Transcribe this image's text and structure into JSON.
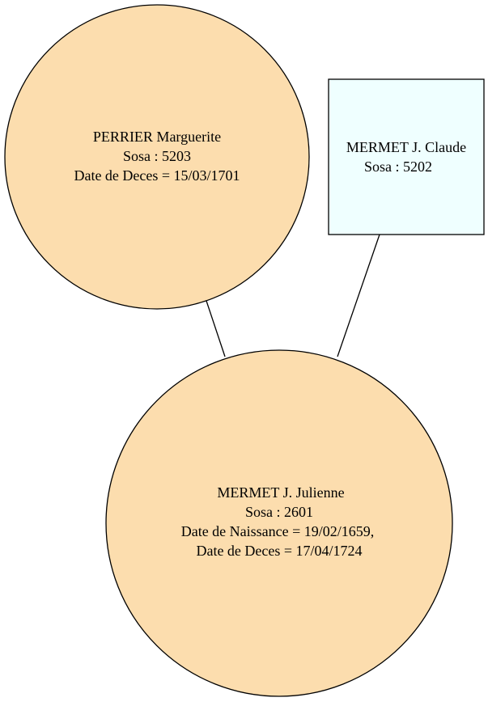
{
  "colors": {
    "female_fill": "#FCDDAE",
    "male_fill": "#EFFFFF",
    "stroke": "#000000"
  },
  "nodes": {
    "perrier": {
      "shape": "circle",
      "lines": [
        "PERRIER Marguerite",
        "Sosa : 5203",
        "Date de Deces = 15/03/1701"
      ]
    },
    "mermet_claude": {
      "shape": "box",
      "lines": [
        "MERMET J. Claude",
        "Sosa : 5202"
      ]
    },
    "mermet_julienne": {
      "shape": "circle",
      "lines": [
        "MERMET J. Julienne",
        "Sosa : 2601",
        "Date de Naissance = 19/02/1659,",
        "Date de Deces = 17/04/1724"
      ]
    }
  }
}
